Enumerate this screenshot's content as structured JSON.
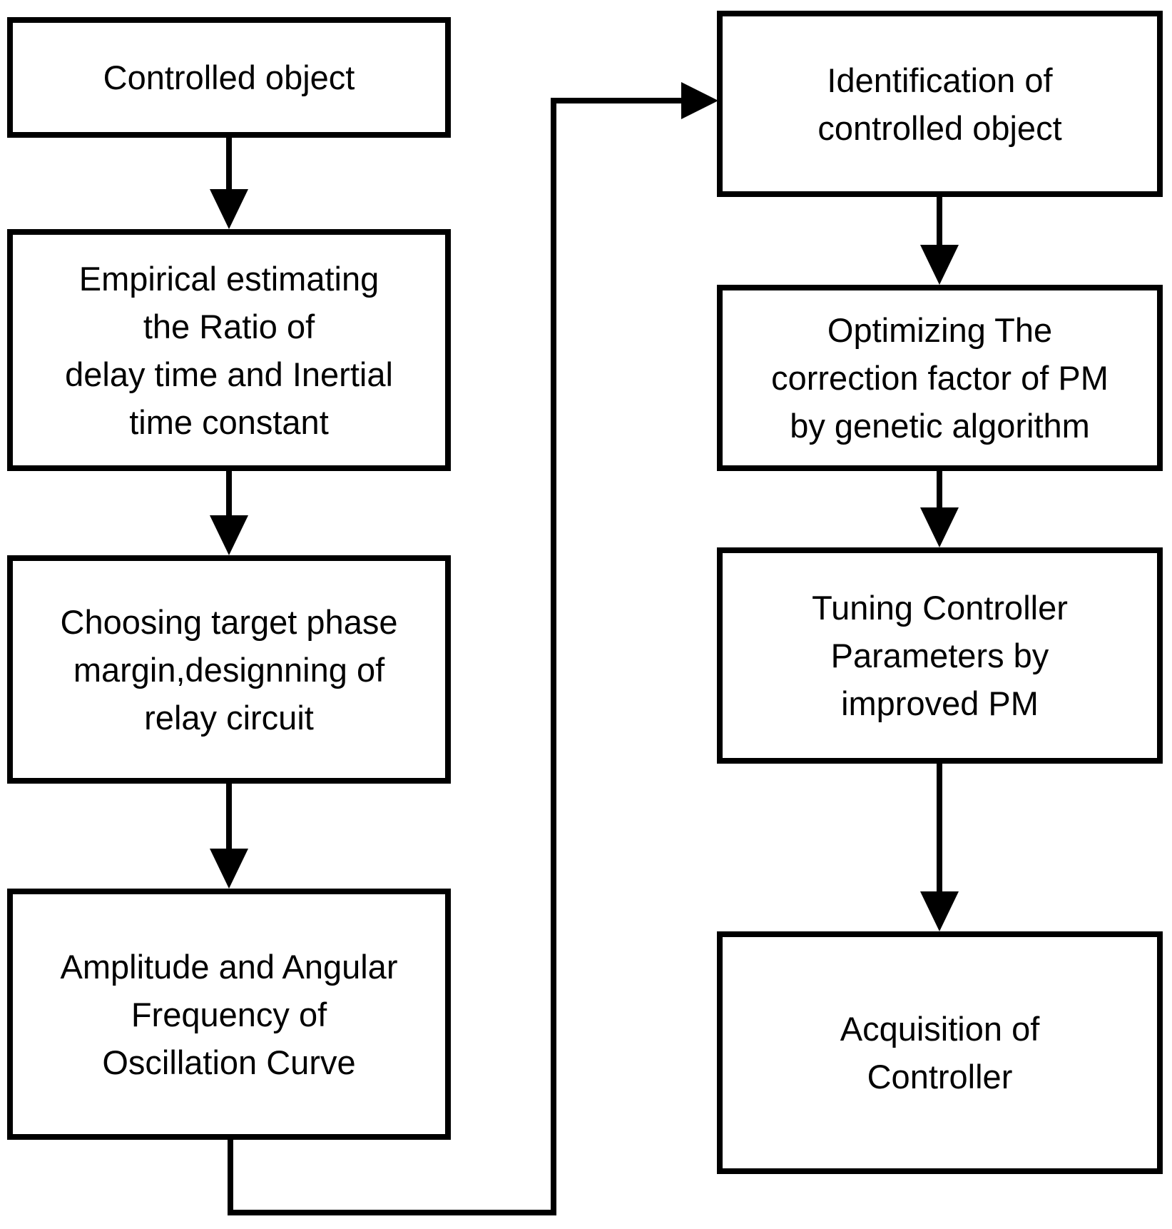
{
  "diagram": {
    "type": "flowchart",
    "background_color": "#ffffff",
    "line_color": "#000000",
    "text_color": "#000000",
    "columns": {
      "left": {
        "boxes": [
          {
            "id": "controlled-object",
            "label": "Controlled object"
          },
          {
            "id": "empirical-estimating",
            "label": "Empirical estimating\nthe Ratio of\ndelay time and Inertial\ntime constant"
          },
          {
            "id": "choosing-target-phase",
            "label": "Choosing target phase\nmargin,designning of\nrelay circuit"
          },
          {
            "id": "amplitude-angular-frequency",
            "label": "Amplitude and Angular\nFrequency of\nOscillation Curve"
          }
        ]
      },
      "right": {
        "boxes": [
          {
            "id": "identification-of-controlled-object",
            "label": "Identification of\ncontrolled object"
          },
          {
            "id": "optimizing-correction-factor",
            "label": "Optimizing The\ncorrection factor of PM\nby genetic algorithm"
          },
          {
            "id": "tuning-controller-parameters",
            "label": "Tuning Controller\nParameters by\nimproved PM"
          },
          {
            "id": "acquisition-of-controller",
            "label": "Acquisition of\nController"
          }
        ]
      }
    },
    "connections": [
      {
        "from": "controlled-object",
        "to": "empirical-estimating",
        "style": "arrow-down"
      },
      {
        "from": "empirical-estimating",
        "to": "choosing-target-phase",
        "style": "arrow-down"
      },
      {
        "from": "choosing-target-phase",
        "to": "amplitude-angular-frequency",
        "style": "arrow-down"
      },
      {
        "from": "amplitude-angular-frequency",
        "to": "identification-of-controlled-object",
        "style": "elbow-down-right-up-right-arrow"
      },
      {
        "from": "identification-of-controlled-object",
        "to": "optimizing-correction-factor",
        "style": "arrow-down"
      },
      {
        "from": "optimizing-correction-factor",
        "to": "tuning-controller-parameters",
        "style": "arrow-down"
      },
      {
        "from": "tuning-controller-parameters",
        "to": "acquisition-of-controller",
        "style": "arrow-down"
      }
    ]
  }
}
